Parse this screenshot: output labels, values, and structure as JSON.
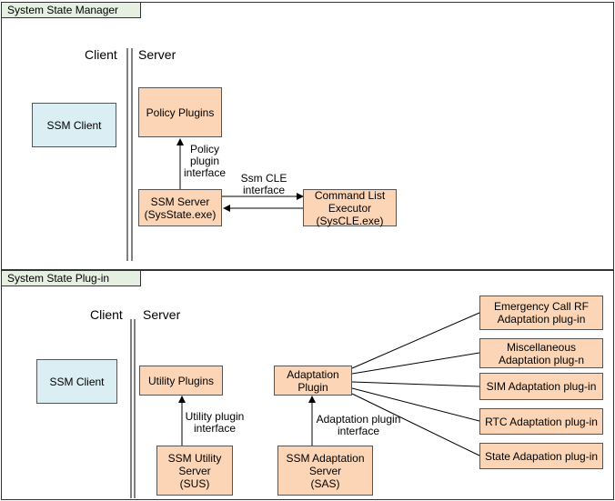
{
  "top": {
    "tab_title": "System State Manager",
    "client_label": "Client",
    "server_label": "Server",
    "ssm_client": "SSM Client",
    "policy_plugins": "Policy Plugins",
    "policy_interface": "Policy\nplugin\ninterface",
    "ssm_server": "SSM Server\n(SysState.exe)",
    "cle_interface": "Ssm CLE\ninterface",
    "command_list_executor": "Command List\nExecutor\n(SysCLE.exe)"
  },
  "bottom": {
    "tab_title": "System State Plug-in",
    "client_label": "Client",
    "server_label": "Server",
    "ssm_client": "SSM  Client",
    "utility_plugins": "Utility Plugins",
    "utility_interface": "Utility plugin\ninterface",
    "ssm_utility_server": "SSM Utility\nServer\n(SUS)",
    "adaptation_plugin": "Adaptation\nPlugin",
    "adaptation_interface": "Adaptation plugin\ninterface",
    "ssm_adaptation_server": "SSM Adaptation\nServer\n(SAS)",
    "emergency_call": "Emergency Call RF\nAdaptation plug-in",
    "miscellaneous": "Miscellaneous\nAdaptation plug-n",
    "sim_adaptation": "SIM Adaptation plug-in",
    "rtc_adaptation": "RTC Adaptation plug-in",
    "state_adaptation": "State Adapation plug-in"
  },
  "colors": {
    "component_fill": "#fbd5b5",
    "client_fill": "#daeef3",
    "tab_fill": "#e6f0e2"
  }
}
